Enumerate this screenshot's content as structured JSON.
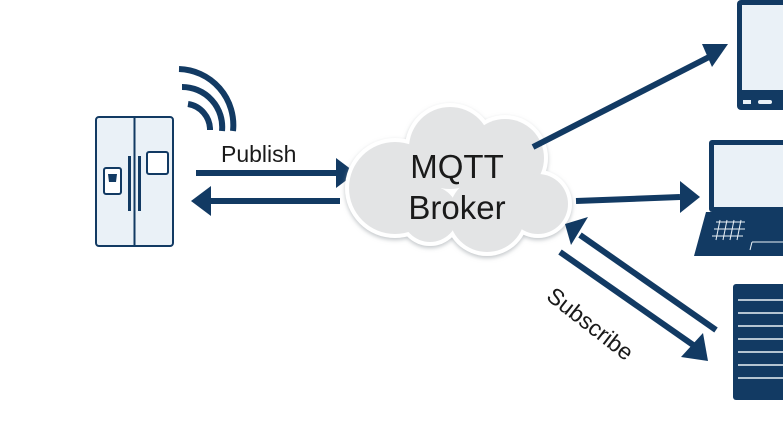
{
  "broker": {
    "line1": "MQTT",
    "line2": "Broker"
  },
  "arrows": {
    "publish_label": "Publish",
    "subscribe_label": "Subscribe"
  },
  "colors": {
    "arrow": "#123a63",
    "cloud_fill": "#e3e4e5",
    "cloud_stroke": "#ffffff",
    "device_fill": "#eaf1f7",
    "device_stroke": "#123a63"
  },
  "icons": [
    "refrigerator-icon",
    "wifi-signal-icon",
    "cloud-icon",
    "tablet-icon",
    "laptop-icon",
    "server-icon"
  ]
}
